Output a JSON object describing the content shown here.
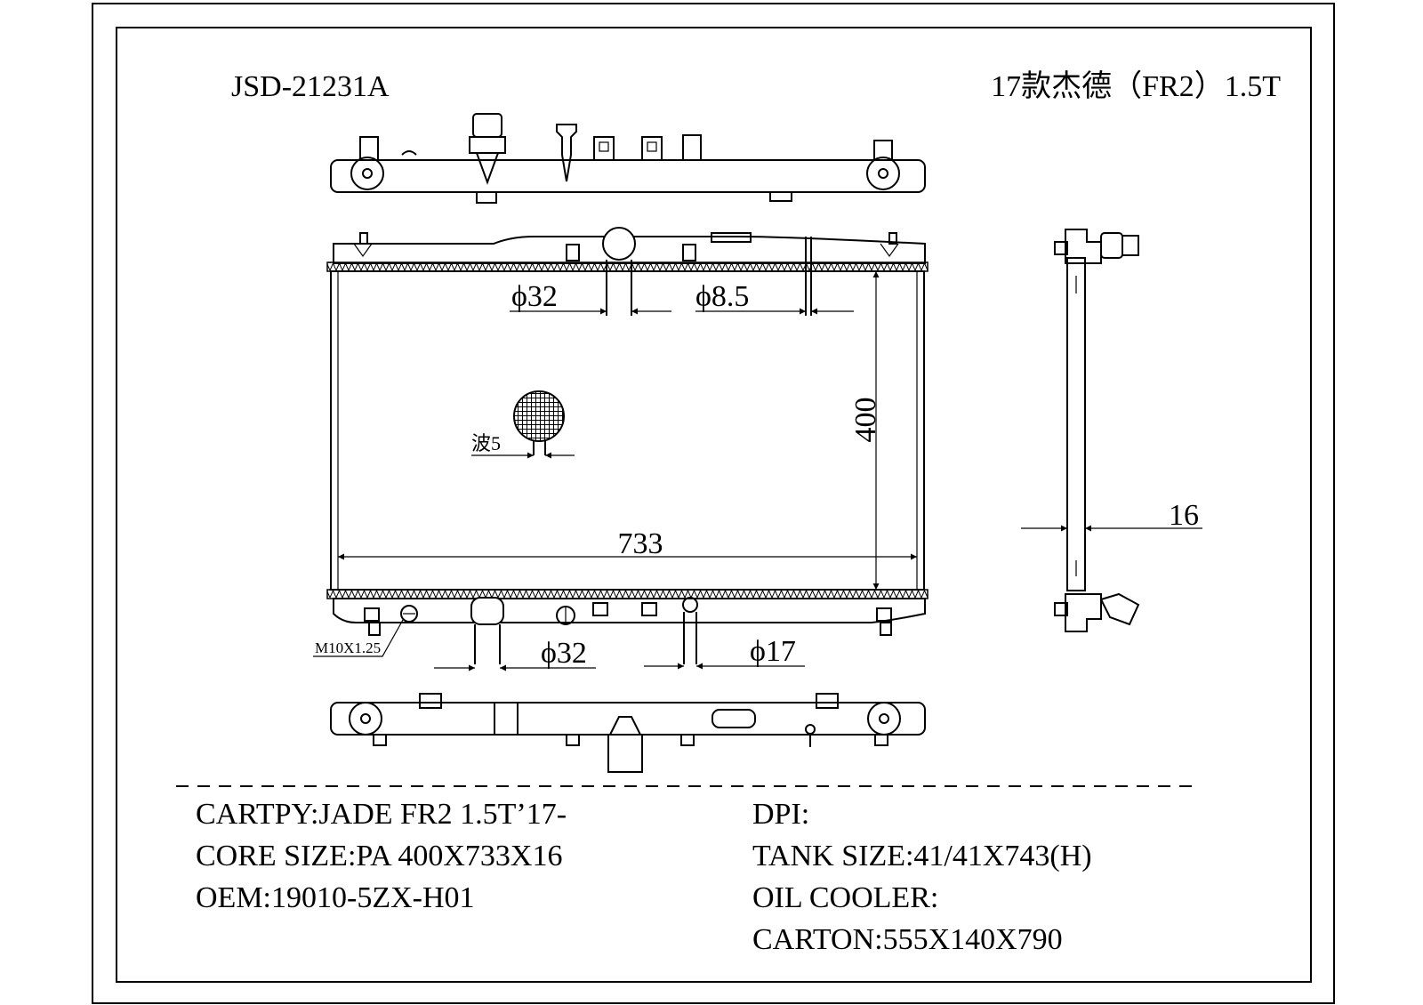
{
  "header": {
    "part_number": "JSD-21231A",
    "model_title": "17款杰德（FR2）1.5T"
  },
  "dimensions": {
    "inlet_diameter": "ϕ32",
    "vent_diameter": "ϕ8.5",
    "core_height": "400",
    "core_width": "733",
    "fin_wave": "波5",
    "core_thickness": "16",
    "drain_thread": "M10X1.25",
    "outlet_diameter": "ϕ32",
    "small_outlet_diameter": "ϕ17"
  },
  "specs": {
    "left": [
      "CARTPY:JADE FR2 1.5T’17-",
      "CORE SIZE:PA 400X733X16",
      "OEM:19010-5ZX-H01"
    ],
    "right": [
      "DPI:",
      "TANK SIZE:41/41X743(H)",
      "OIL COOLER:",
      "CARTON:555X140X790"
    ]
  }
}
